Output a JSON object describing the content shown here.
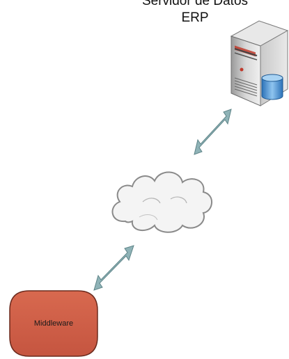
{
  "server": {
    "title_line1": "Servidor de Datos",
    "title_line2": "ERP"
  },
  "middleware": {
    "label": "Middleware",
    "fill": "#d2604a",
    "stroke": "#6b2a1d"
  },
  "colors": {
    "arrow": "#8fb3b7",
    "arrow_stroke": "#5e8488",
    "cloud_fill": "#f4f4f4",
    "cloud_stroke": "#8a8a8a"
  },
  "icons": {
    "server": "server-icon",
    "database": "database-icon",
    "cloud": "cloud-icon"
  }
}
